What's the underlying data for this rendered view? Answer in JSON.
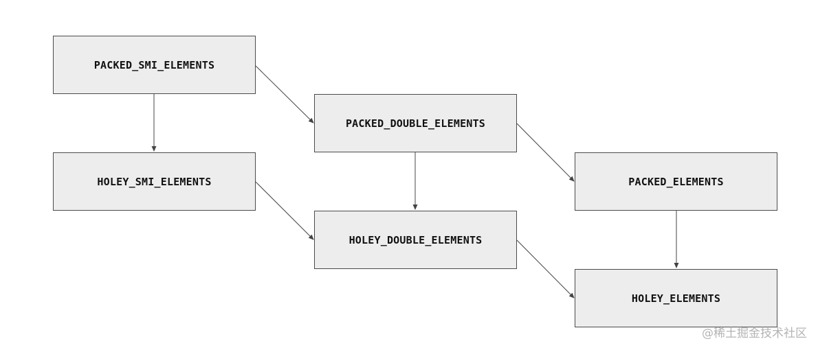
{
  "nodes": {
    "packed_smi": "PACKED_SMI_ELEMENTS",
    "holey_smi": "HOLEY_SMI_ELEMENTS",
    "packed_double": "PACKED_DOUBLE_ELEMENTS",
    "holey_double": "HOLEY_DOUBLE_ELEMENTS",
    "packed": "PACKED_ELEMENTS",
    "holey": "HOLEY_ELEMENTS"
  },
  "edges": [
    {
      "from": "PACKED_SMI_ELEMENTS",
      "to": "HOLEY_SMI_ELEMENTS"
    },
    {
      "from": "PACKED_SMI_ELEMENTS",
      "to": "PACKED_DOUBLE_ELEMENTS"
    },
    {
      "from": "HOLEY_SMI_ELEMENTS",
      "to": "HOLEY_DOUBLE_ELEMENTS"
    },
    {
      "from": "PACKED_DOUBLE_ELEMENTS",
      "to": "HOLEY_DOUBLE_ELEMENTS"
    },
    {
      "from": "PACKED_DOUBLE_ELEMENTS",
      "to": "PACKED_ELEMENTS"
    },
    {
      "from": "HOLEY_DOUBLE_ELEMENTS",
      "to": "HOLEY_ELEMENTS"
    },
    {
      "from": "PACKED_ELEMENTS",
      "to": "HOLEY_ELEMENTS"
    }
  ],
  "watermark": "@稀土掘金技术社区",
  "colors": {
    "node_fill": "#ededed",
    "node_border": "#4a4a4a",
    "edge": "#444444",
    "watermark": "#b4b4b4"
  }
}
